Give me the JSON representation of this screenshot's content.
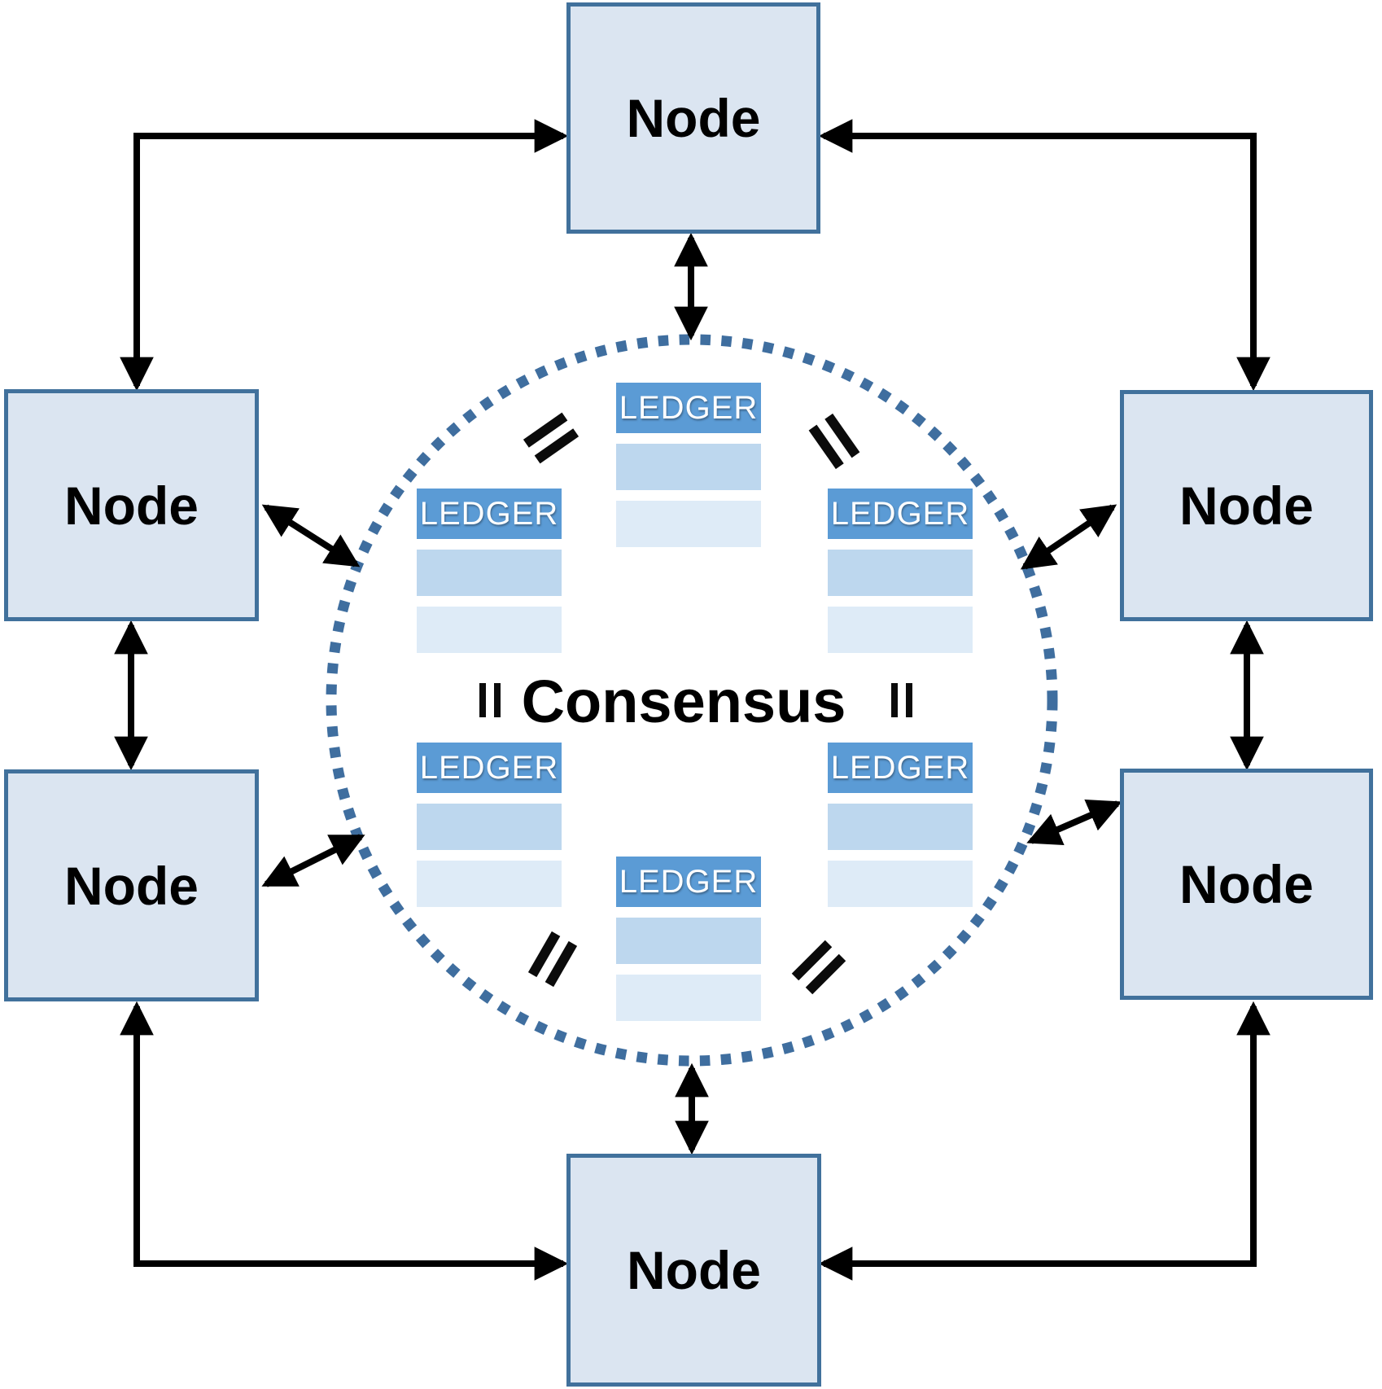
{
  "consensus": {
    "label": "Consensus"
  },
  "nodes": [
    {
      "id": "top",
      "label": "Node"
    },
    {
      "id": "left-upper",
      "label": "Node"
    },
    {
      "id": "right-upper",
      "label": "Node"
    },
    {
      "id": "left-lower",
      "label": "Node"
    },
    {
      "id": "right-lower",
      "label": "Node"
    },
    {
      "id": "bottom",
      "label": "Node"
    }
  ],
  "ledgers": [
    {
      "id": "top-center",
      "label": "LEDGER"
    },
    {
      "id": "mid-left",
      "label": "LEDGER"
    },
    {
      "id": "mid-right",
      "label": "LEDGER"
    },
    {
      "id": "lower-left",
      "label": "LEDGER"
    },
    {
      "id": "lower-right",
      "label": "LEDGER"
    },
    {
      "id": "bottom-center",
      "label": "LEDGER"
    }
  ],
  "icons": {
    "equals_glyph": "="
  },
  "colors": {
    "node_fill": "#dbe5f1",
    "node_border": "#41719c",
    "ledger_header": "#5b9bd5",
    "ledger_row1": "#bdd7ee",
    "ledger_row2": "#deebf7",
    "circle_dots": "#3f6e9f",
    "arrow": "#000000"
  }
}
